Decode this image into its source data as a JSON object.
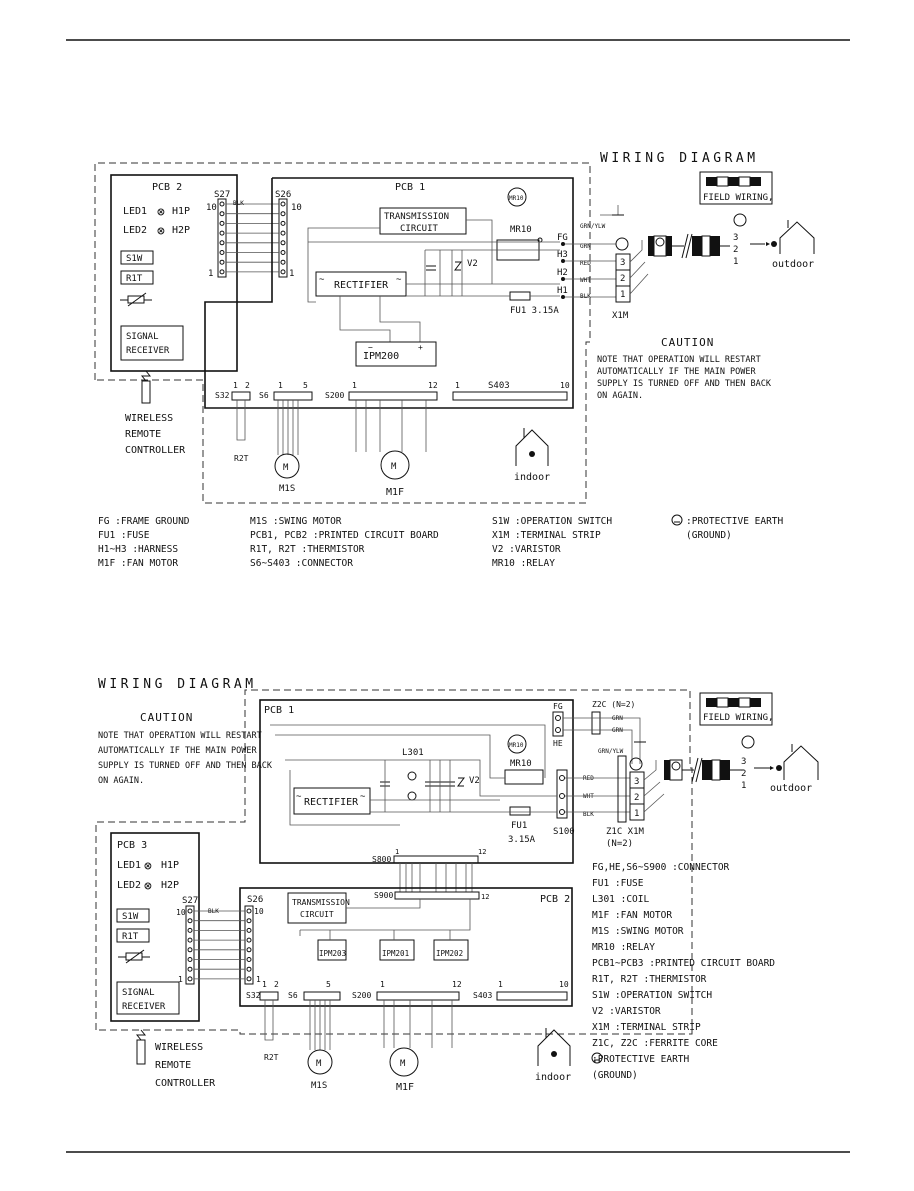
{
  "top": {
    "title": "WIRING DIAGRAM",
    "field_wiring": "FIELD WIRING,",
    "pcb2": "PCB 2",
    "led1": "LED1",
    "h1p": "H1P",
    "led2": "LED2",
    "h2p": "H2P",
    "s1w": "S1W",
    "r1t": "R1T",
    "signal_receiver": [
      "SIGNAL",
      "RECEIVER"
    ],
    "s27": "S27",
    "s26": "S26",
    "n10": "10",
    "n1": "1",
    "blk": "BLK",
    "pcb1": "PCB 1",
    "mr10_badge": "MR10",
    "transmission": [
      "TRANSMISSION",
      "CIRCUIT"
    ],
    "mr10": "MR10",
    "v2": "V2",
    "rectifier": "RECTIFIER",
    "fu1": "FU1  3.15A",
    "fg": "FG",
    "h3": "H3",
    "h2": "H2",
    "h1": "H1",
    "wire_colors": [
      "GRN/YLW",
      "GRN",
      "RED",
      "WHT",
      "BLK"
    ],
    "terminals": [
      "3",
      "2",
      "1"
    ],
    "x1m": "X1M",
    "outdoor": "outdoor",
    "ipm": "IPM200",
    "s32": "S32",
    "s6": "S6",
    "s200": "S200",
    "s403": "S403",
    "n12": "12",
    "n2": "2",
    "n5": "5",
    "r2t": "R2T",
    "m1s": "M1S",
    "m1f": "M1F",
    "indoor": "indoor",
    "wireless": [
      "WIRELESS",
      "REMOTE",
      "CONTROLLER"
    ],
    "caution_title": "CAUTION",
    "caution": [
      "NOTE THAT OPERATION WILL RESTART",
      "AUTOMATICALLY IF THE MAIN POWER",
      "SUPPLY IS TURNED OFF AND THEN BACK",
      "ON AGAIN."
    ],
    "legend_col1": [
      "FG     :FRAME GROUND",
      "FU1    :FUSE",
      "H1~H3  :HARNESS",
      "M1F    :FAN MOTOR"
    ],
    "legend_col2": [
      "M1S          :SWING MOTOR",
      "PCB1, PCB2   :PRINTED CIRCUIT BOARD",
      "R1T, R2T     :THERMISTOR",
      "S6~S403      :CONNECTOR"
    ],
    "legend_col3": [
      "S1W  :OPERATION SWITCH",
      "X1M  :TERMINAL STRIP",
      "V2   :VARISTOR",
      "MR10 :RELAY"
    ],
    "legend_col4": [
      ":PROTECTIVE EARTH",
      " (GROUND)"
    ]
  },
  "bottom": {
    "title": "WIRING DIAGRAM",
    "caution_title": "CAUTION",
    "caution": [
      "NOTE THAT OPERATION WILL RESTART",
      "AUTOMATICALLY IF THE MAIN POWER",
      "SUPPLY IS TURNED OFF AND THEN BACK",
      "ON AGAIN."
    ],
    "pcb1": "PCB 1",
    "fg": "FG",
    "he": "HE",
    "z2c": "Z2C (N=2)",
    "l301": "L301",
    "mr10_badge": "MR10",
    "mr10": "MR10",
    "v2": "V2",
    "rectifier": "RECTIFIER",
    "fu1": [
      "FU1",
      "3.15A"
    ],
    "s100": "S100",
    "s800": "S800",
    "s900": "S900",
    "n1": "1",
    "n12": "12",
    "n2": "2",
    "n5": "5",
    "n10": "10",
    "wire_colors": [
      "GRN",
      "GRN",
      "GRN/YLW",
      "RED",
      "WHT",
      "BLK"
    ],
    "terminals": [
      "3",
      "2",
      "1"
    ],
    "z1c_x1m": "Z1C  X1M",
    "n2_label": "(N=2)",
    "field_wiring": "FIELD WIRING,",
    "outdoor": "outdoor",
    "pcb3": "PCB 3",
    "led1": "LED1",
    "h1p": "H1P",
    "led2": "LED2",
    "h2p": "H2P",
    "s27": "S27",
    "s26": "S26",
    "s1w": "S1W",
    "r1t": "R1T",
    "signal_receiver": [
      "SIGNAL",
      "RECEIVER"
    ],
    "transmission": [
      "TRANSMISSION",
      "CIRCUIT"
    ],
    "pcb2": "PCB  2",
    "ipm203": "IPM203",
    "ipm201": "IPM201",
    "ipm202": "IPM202",
    "s32": "S32",
    "s6": "S6",
    "s200": "S200",
    "s403": "S403",
    "r2t": "R2T",
    "m1s": "M1S",
    "m1f": "M1F",
    "indoor": "indoor",
    "blk": "BLK",
    "wireless": [
      "WIRELESS",
      "REMOTE",
      "CONTROLLER"
    ],
    "legend": [
      "FG,HE,S6~S900 :CONNECTOR",
      "FU1           :FUSE",
      "L301          :COIL",
      "M1F           :FAN MOTOR",
      "M1S           :SWING MOTOR",
      "MR10          :RELAY",
      "PCB1~PCB3     :PRINTED CIRCUIT BOARD",
      "R1T, R2T      :THERMISTOR",
      "S1W           :OPERATION SWITCH",
      "V2            :VARISTOR",
      "X1M           :TERMINAL STRIP",
      "Z1C, Z2C      :FERRITE CORE",
      "              :PROTECTIVE EARTH",
      "               (GROUND)"
    ]
  }
}
